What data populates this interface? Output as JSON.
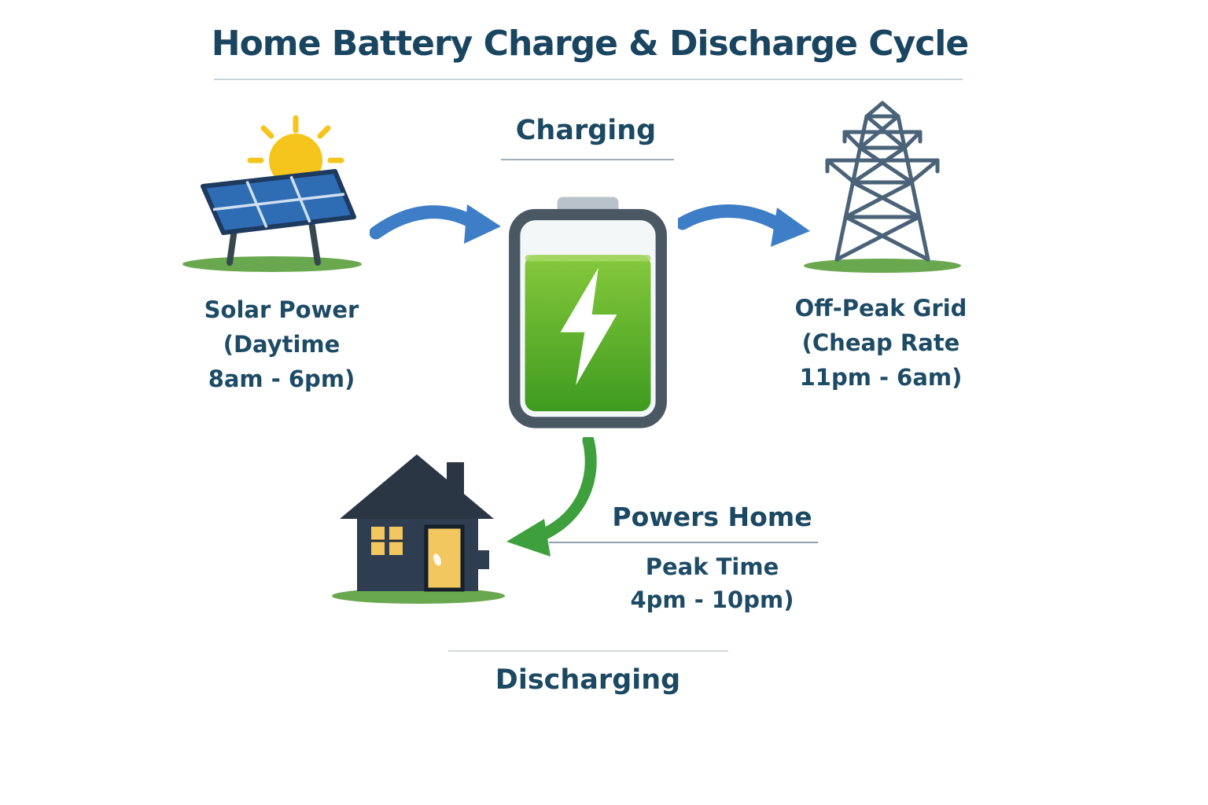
{
  "title": "Home Battery Charge & Discharge Cycle",
  "charging_section": {
    "heading": "Charging",
    "solar_label": [
      "Solar Power",
      "(Daytime",
      "8am - 6pm)"
    ],
    "grid_label": [
      "Off-Peak Grid",
      "(Cheap Rate",
      "11pm - 6am)"
    ]
  },
  "discharging_section": {
    "heading": "Discharging",
    "powers_home_heading": "Powers Home",
    "powers_home_label": [
      "Peak Time",
      "4pm - 10pm)"
    ]
  },
  "icons": {
    "solar": "solar-panel-with-sun-icon",
    "battery": "battery-charging-icon",
    "bolt": "lightning-bolt-icon",
    "tower": "transmission-tower-icon",
    "house": "house-icon",
    "arrow_solar_to_battery": "blue-curved-arrow-right",
    "arrow_battery_to_grid": "blue-curved-arrow-right",
    "arrow_battery_to_home": "green-curved-arrow-down-left"
  },
  "colors": {
    "heading_navy": "#1b4862",
    "arrow_blue": "#3d7ec6",
    "arrow_green": "#3da03c",
    "battery_green_top": "#86c93c",
    "battery_green_bottom": "#3e9b1f",
    "battery_frame": "#4a5864",
    "sun_yellow": "#f6c51d",
    "panel_blue": "#2e6db4",
    "house_navy": "#2e3d4f",
    "grass_green": "#6aa84f",
    "divider_gray": "#c6d2d9"
  }
}
